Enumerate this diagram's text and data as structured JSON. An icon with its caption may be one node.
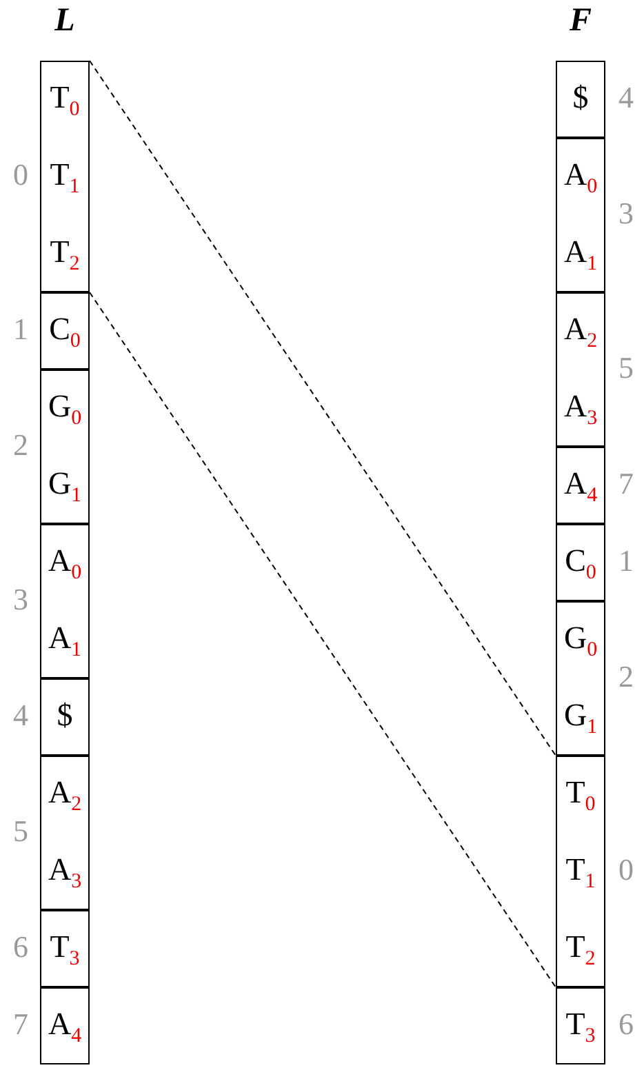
{
  "diagram": {
    "nodes": [
      {
        "text": [
          "T$_{0}$",
          "T$_{1}$",
          "T$_{2}$"
        ],
        "beside": [
          "0"
        ]
      },
      {
        "text": [
          "C$_{0}$"
        ],
        "beside": [
          "1"
        ]
      },
      {
        "text": [
          "G$_{0}$",
          "G$_{1}$"
        ],
        "beside": [
          "2"
        ]
      },
      {
        "text": [
          "A$_{0}$",
          "A$_{1}$"
        ],
        "beside": [
          "3"
        ]
      },
      {
        "text": [
          "$"
        ],
        "beside": [
          "4"
        ]
      },
      {
        "text": [
          "A$_{2}$",
          "A$_{3}$"
        ],
        "beside": [
          "5"
        ]
      },
      {
        "text": [
          "T$_{3}$"
        ],
        "beside": [
          "6"
        ]
      },
      {
        "text": [
          "A$_{4}$"
        ],
        "beside": [
          "7"
        ]
      },
      {
        "text": [
          "$"
        ],
        "beside": [
          "4"
        ]
      },
      {
        "text": [
          "A$_{0}$",
          "A$_{1}$"
        ],
        "beside": [
          "3"
        ]
      },
      {
        "text": [
          "A$_{2}$",
          "A$_{3}$"
        ],
        "beside": [
          "5"
        ]
      },
      {
        "text": [
          "A$_{4}$"
        ],
        "beside": [
          "7"
        ]
      },
      {
        "text": [
          "C$_{0}$"
        ],
        "beside": [
          "1"
        ]
      },
      {
        "text": [
          "G$_{0}$",
          "G$_{1}$"
        ],
        "beside": [
          "2"
        ]
      },
      {
        "text": [
          "T$_{0}$",
          "T$_{1}$",
          "T$_{2}$"
        ],
        "beside": [
          "0"
        ]
      },
      {
        "text": [
          "T$_{3}$"
        ],
        "beside": [
          "6"
        ]
      }
    ],
    "edges": [
      {
        "from": 0,
        "to": 14,
        "arrow": "none",
        "style": "dashed"
      },
      {
        "from": 0,
        "to": 14,
        "arrow": "none",
        "style": "dashed"
      }
    ],
    "labels": [
      "L",
      "F"
    ]
  }
}
